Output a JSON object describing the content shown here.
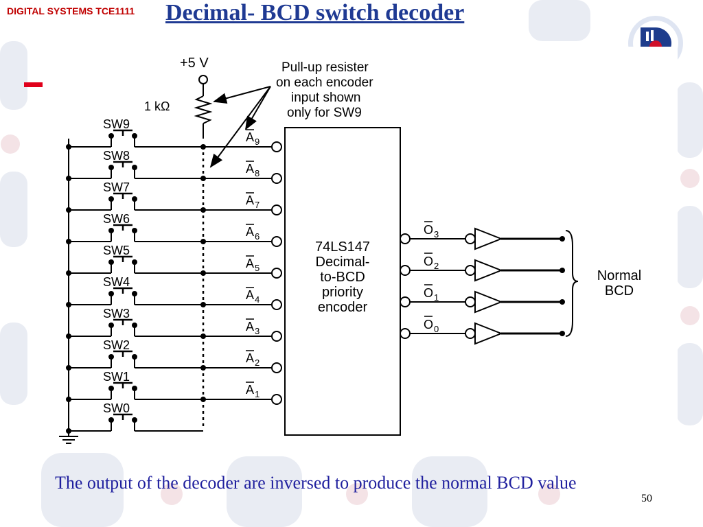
{
  "header": {
    "course": "DIGITAL SYSTEMS TCE1111",
    "title": "Decimal- BCD switch decoder"
  },
  "diagram": {
    "supply": "+5 V",
    "resistor": "1 kΩ",
    "callout": [
      "Pull-up resister",
      "on each encoder",
      "input shown",
      "only for SW9"
    ],
    "switches": [
      "SW9",
      "SW8",
      "SW7",
      "SW6",
      "SW5",
      "SW4",
      "SW3",
      "SW2",
      "SW1",
      "SW0"
    ],
    "inputs": [
      "9",
      "8",
      "7",
      "6",
      "5",
      "4",
      "3",
      "2",
      "1"
    ],
    "input_letter": "A",
    "ic_label": [
      "74LS147",
      "Decimal-",
      "to-BCD",
      "priority",
      "encoder"
    ],
    "output_letter": "O",
    "outputs": [
      "3",
      "2",
      "1",
      "0"
    ],
    "bcd_label": [
      "Normal",
      "BCD"
    ]
  },
  "caption": "The output of the decoder are inversed to produce the normal BCD value",
  "page_number": "50",
  "colors": {
    "title": "#1f3a93",
    "course": "#c00000",
    "caption": "#1f1f9e",
    "accent": "#e0001b"
  }
}
